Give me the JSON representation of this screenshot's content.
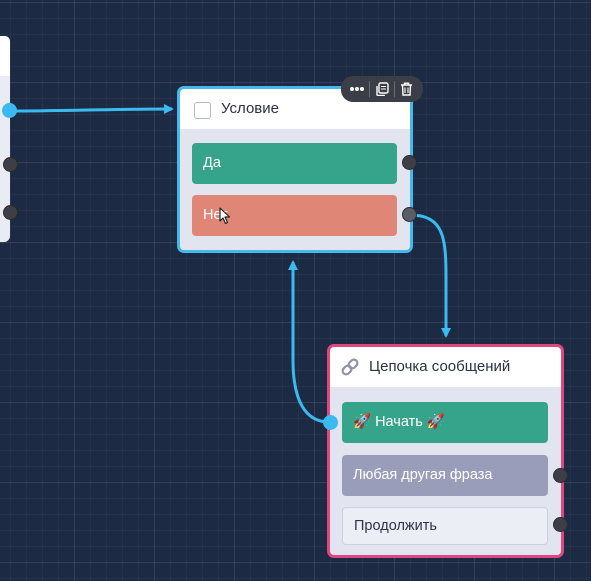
{
  "colors": {
    "canvas_background": "#1c2a44",
    "edge": "#3bbaf0",
    "selected_border": "#46b9ec",
    "chain_border": "#e0477f",
    "green_button": "#35a48a",
    "red_button": "#e08676",
    "gray_button": "#9a9dba"
  },
  "condition_node": {
    "title": "Условие",
    "selected": true,
    "outputs": [
      {
        "label": "Да"
      },
      {
        "label": "Нет"
      }
    ],
    "toolbar": {
      "icons": [
        "more-icon",
        "copy-icon",
        "trash-icon"
      ]
    }
  },
  "chain_node": {
    "title": "Цепочка сообщений",
    "header_icon": "link-icon",
    "items": [
      {
        "label": "🚀 Начать 🚀"
      },
      {
        "label": "Любая другая фраза"
      },
      {
        "label": "Продолжить"
      }
    ]
  },
  "cursor": {
    "icon": "mouse-pointer-icon"
  }
}
